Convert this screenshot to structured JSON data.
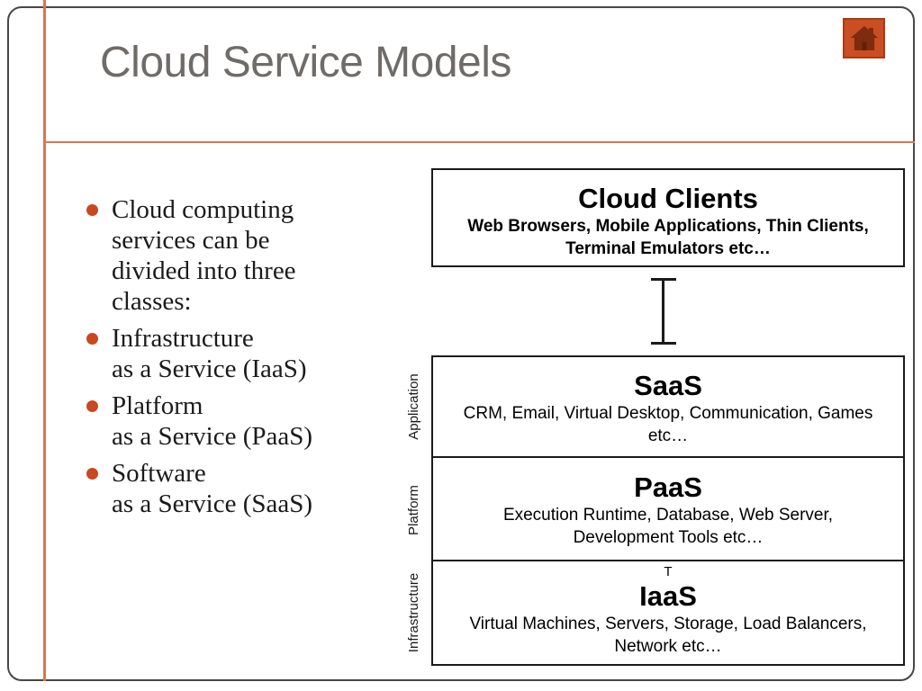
{
  "slide": {
    "title": "Cloud Service Models"
  },
  "colors": {
    "accent_line": "#DB7450",
    "bullet_dot": "#C8491F",
    "home_background": "#C94E22",
    "home_border": "#AE3A11",
    "home_glyph": "#7E2B0F",
    "title_gray": "#6F6B68",
    "box_border": "#1A1A1A"
  },
  "home_button": {
    "icon": "home"
  },
  "bullets": [
    {
      "lines": [
        "Cloud computing",
        "services can be",
        "divided into three",
        "classes:"
      ]
    },
    {
      "lines": [
        "Infrastructure",
        "as a Service (IaaS)"
      ]
    },
    {
      "lines": [
        "Platform",
        "as a Service (PaaS)"
      ]
    },
    {
      "lines": [
        "Software",
        "as a Service (SaaS)"
      ]
    }
  ],
  "diagram": {
    "cloud_clients": {
      "title": "Cloud Clients",
      "desc_lines": [
        "Web Browsers, Mobile Applications, Thin Clients,",
        "Terminal Emulators etc…"
      ]
    },
    "t_mark": "T",
    "stack": [
      {
        "side_label": "Application",
        "title": "SaaS",
        "desc_lines": [
          "CRM, Email, Virtual Desktop, Communication, Games",
          "etc…"
        ]
      },
      {
        "side_label": "Platform",
        "title": "PaaS",
        "desc_lines": [
          "Execution Runtime, Database, Web Server,",
          "Development Tools etc…"
        ]
      },
      {
        "side_label": "Infrastructure",
        "title": "IaaS",
        "desc_lines": [
          "Virtual Machines, Servers, Storage, Load Balancers,",
          "Network etc…"
        ]
      }
    ]
  }
}
